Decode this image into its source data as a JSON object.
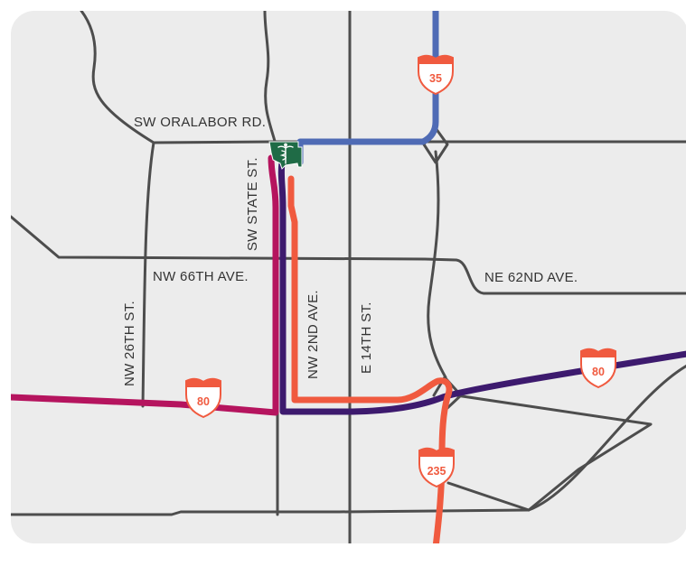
{
  "colors": {
    "background": "#ececec",
    "road": "#4d4d4d",
    "route_blue": "#4f6bb5",
    "route_magenta": "#b5145e",
    "route_purple": "#3d1a6e",
    "route_orange": "#f05a3f",
    "hospital_green": "#1f6b46"
  },
  "streets": {
    "oralabor": "SW ORALABOR RD.",
    "state": "SW STATE ST.",
    "nw66": "NW 66TH AVE.",
    "ne62": "NE 62ND AVE.",
    "nw26": "NW 26TH ST.",
    "nw2": "NW 2ND AVE.",
    "e14": "E 14TH ST."
  },
  "highways": {
    "i35": "35",
    "i80_west": "80",
    "i80_east": "80",
    "i235": "235"
  },
  "markers": {
    "hospital_icon": "caduceus-icon"
  }
}
